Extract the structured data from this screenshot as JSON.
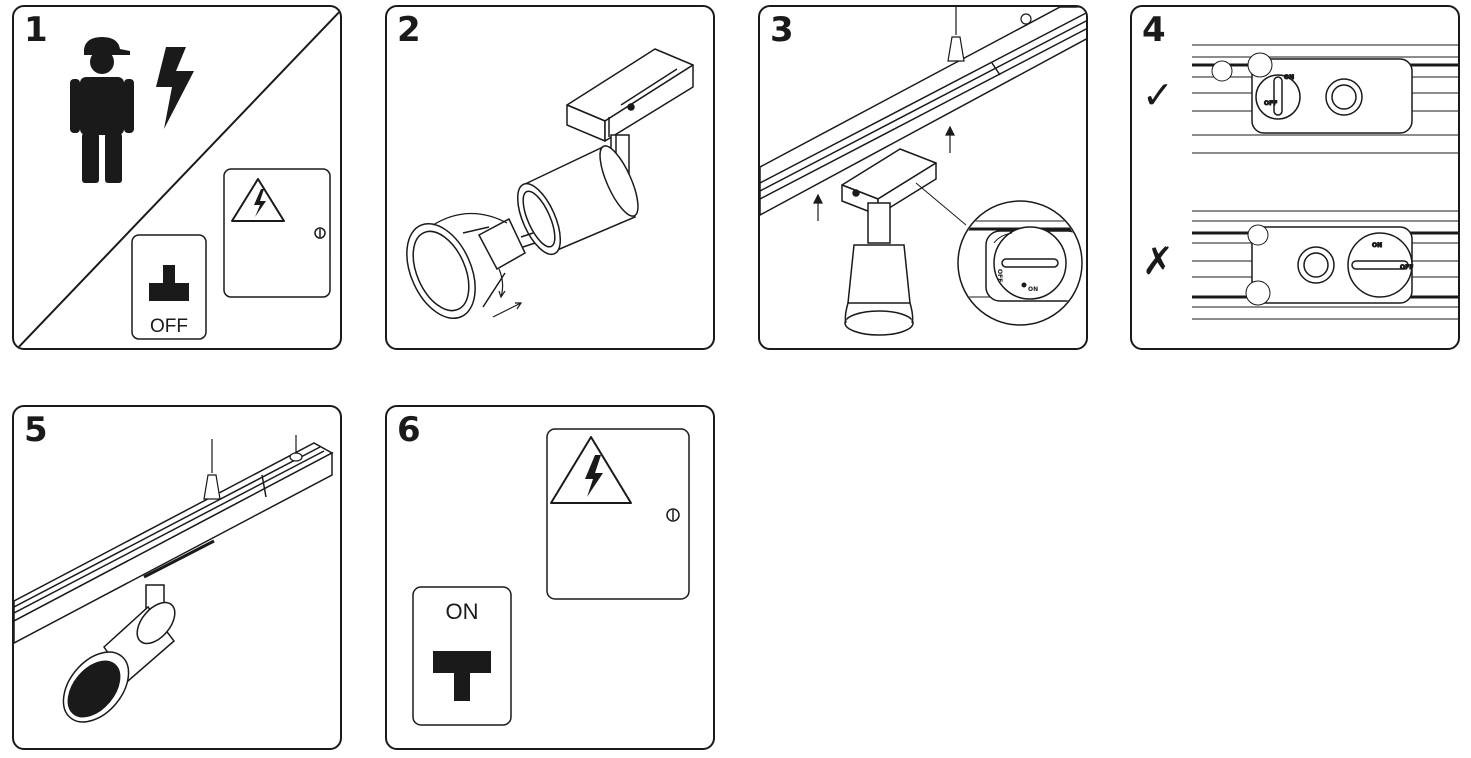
{
  "steps": [
    {
      "number": "1",
      "switch_label": "OFF"
    },
    {
      "number": "2"
    },
    {
      "number": "3",
      "dial_off": "OFF",
      "dial_on": "ON"
    },
    {
      "number": "4",
      "correct_mark": "✓",
      "wrong_mark": "✗",
      "dial_on": "ON",
      "dial_off": "OFF"
    },
    {
      "number": "5"
    },
    {
      "number": "6",
      "switch_label": "ON"
    }
  ],
  "colors": {
    "ink": "#1a1a1a",
    "background": "#ffffff"
  },
  "icons": [
    "person-icon",
    "lightning-icon",
    "warning-triangle-icon",
    "power-symbol-icon",
    "wall-switch-icon"
  ]
}
